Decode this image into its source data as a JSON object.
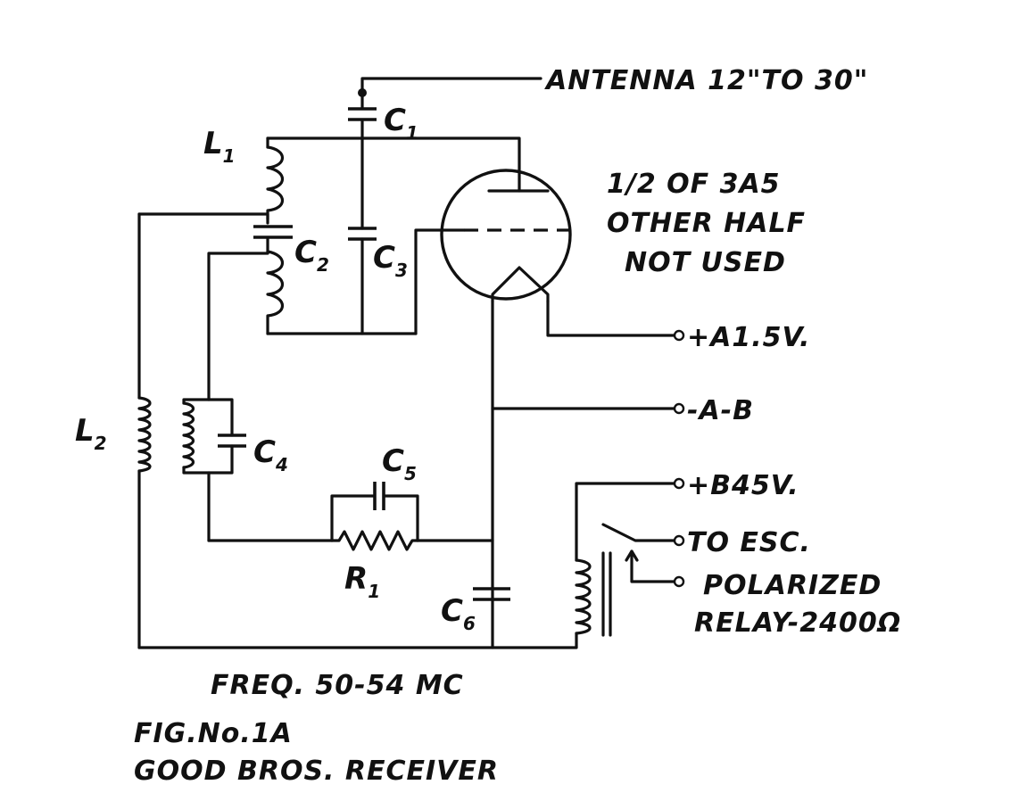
{
  "diagram": {
    "antenna_label": "ANTENNA 12\"TO 30\"",
    "tube_note": [
      "1/2 OF 3A5",
      "OTHER HALF",
      "NOT USED"
    ],
    "terminals": [
      "+A1.5V.",
      "-A-B",
      "+B45V.",
      "TO ESC.",
      "POLARIZED"
    ],
    "relay_label": "RELAY-2400",
    "relay_unit": "Ω",
    "components": {
      "L1": {
        "letter": "L",
        "sub": "1"
      },
      "L2": {
        "letter": "L",
        "sub": "2"
      },
      "C1": {
        "letter": "C",
        "sub": "1"
      },
      "C2": {
        "letter": "C",
        "sub": "2"
      },
      "C3": {
        "letter": "C",
        "sub": "3"
      },
      "C4": {
        "letter": "C",
        "sub": "4"
      },
      "C5": {
        "letter": "C",
        "sub": "5"
      },
      "C6": {
        "letter": "C",
        "sub": "6"
      },
      "R1": {
        "letter": "R",
        "sub": "1"
      }
    },
    "freq": "FREQ. 50-54 MC",
    "fig": "FIG.No.1A",
    "caption": "GOOD BROS. RECEIVER"
  }
}
